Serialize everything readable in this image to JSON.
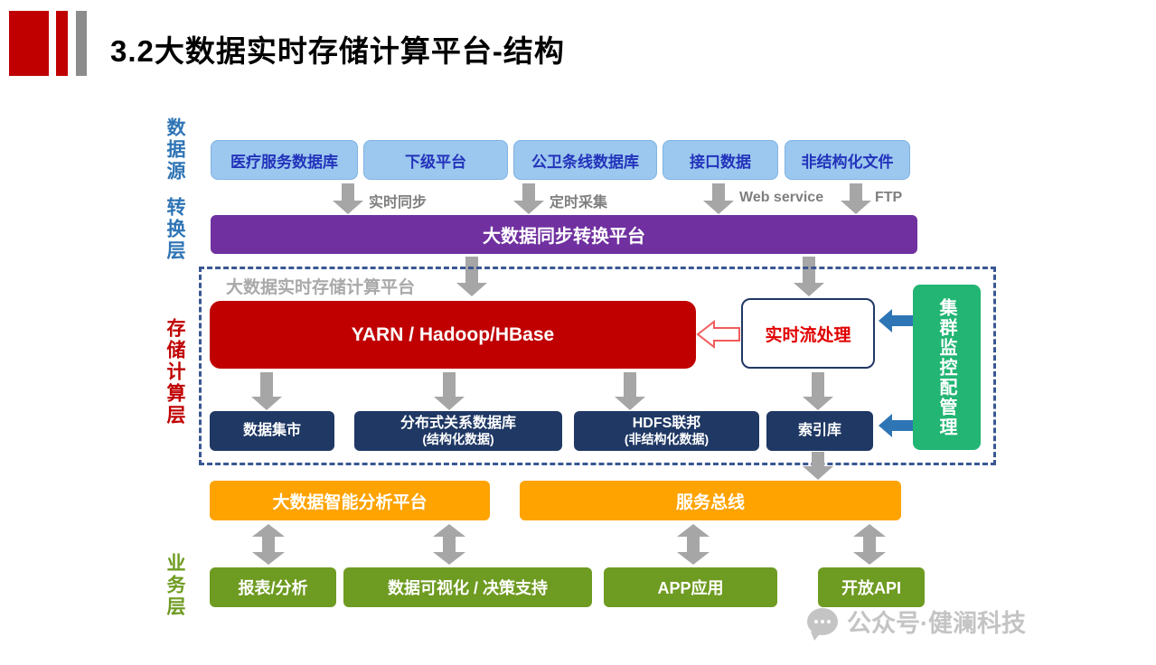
{
  "slide": {
    "title": "3.2大数据实时存储计算平台-结构"
  },
  "colors": {
    "accent_red": "#C00000",
    "source_blue_fill": "#9CC7EE",
    "source_blue_text": "#2233BB",
    "purple": "#7030A0",
    "navy": "#1F3864",
    "cluster_green": "#22B573",
    "orange": "#FFA300",
    "olive_green": "#6E9B21",
    "arrow_gray": "#A6A6A6",
    "arrow_blue": "#2E75B6"
  },
  "side_labels": {
    "data_source": "数据源",
    "transform": "转换层",
    "storage": "存储计算层",
    "business": "业务层"
  },
  "sources": [
    "医疗服务数据库",
    "下级平台",
    "公卫条线数据库",
    "接口数据",
    "非结构化文件"
  ],
  "flow_labels": {
    "sync": "实时同步",
    "collect": "定时采集",
    "webservice": "Web service",
    "ftp": "FTP"
  },
  "transform_bar": {
    "label": "大数据同步转换平台"
  },
  "storage": {
    "container_label": "大数据实时存储计算平台",
    "yarn": "YARN / Hadoop/HBase",
    "stream": "实时流处理",
    "cluster": "集群监控配管理",
    "stores": [
      {
        "line1": "数据集市",
        "line2": ""
      },
      {
        "line1": "分布式关系数据库",
        "line2": "(结构化数据)"
      },
      {
        "line1": "HDFS联邦",
        "line2": "(非结构化数据)"
      },
      {
        "line1": "索引库",
        "line2": ""
      }
    ]
  },
  "middle": {
    "analysis": "大数据智能分析平台",
    "bus": "服务总线"
  },
  "business": [
    "报表/分析",
    "数据可视化 / 决策支持",
    "APP应用",
    "开放API"
  ],
  "watermark": {
    "text": "公众号·健澜科技"
  }
}
